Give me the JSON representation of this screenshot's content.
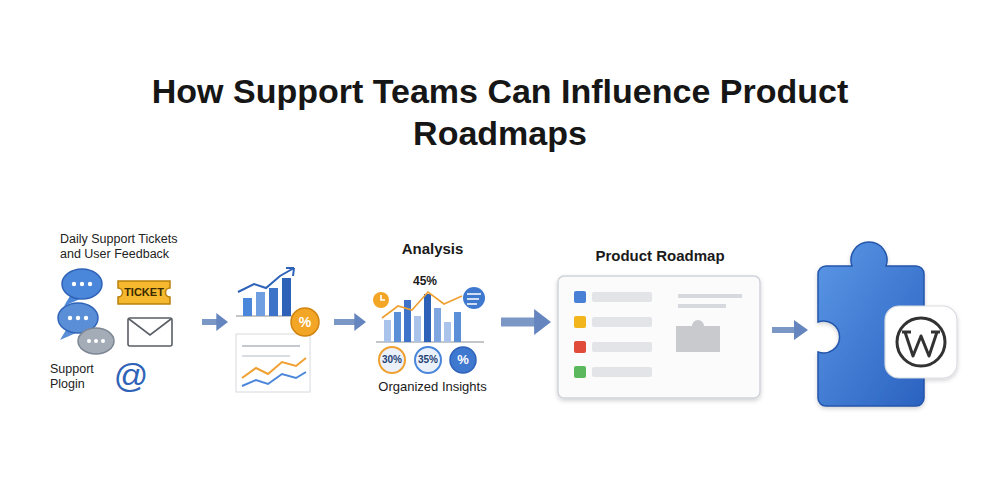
{
  "diagram": {
    "title": "How Support Teams Can Influence Product Roadmaps",
    "nodes": [
      {
        "text": [
          "Daily Support Tickets and User Feedback",
          "Support Plogin"
        ]
      },
      {
        "text": [
          "%"
        ]
      },
      {
        "text": [
          "Analysis",
          "45%",
          "30%",
          "35%",
          "%",
          "Organized Insights"
        ]
      },
      {
        "text": [
          "Product Roadmap"
        ]
      }
    ],
    "edges": [
      {
        "from": 0,
        "to": 1,
        "arrow": "to"
      },
      {
        "from": 1,
        "to": 2,
        "arrow": "to"
      },
      {
        "from": 2,
        "to": 3,
        "arrow": "to"
      }
    ],
    "labels": [
      "TICKET",
      "@"
    ]
  }
}
